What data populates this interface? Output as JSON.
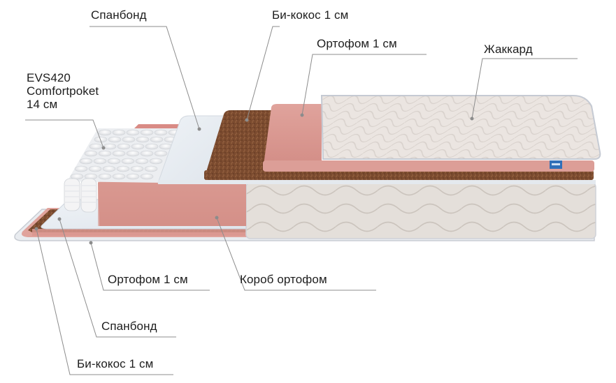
{
  "diagram": {
    "type": "mattress-layer-cutaway",
    "colors": {
      "jacquard": "#ebe6e2",
      "jacquard_edge": "#c9ccd4",
      "ortofom": "#d9968f",
      "ortofom_light": "#e2aaa3",
      "bicocos": "#7a4a2e",
      "spunbond": "#e6ebf0",
      "springs": "#f3f3f3",
      "leader_line": "#8c8c8c",
      "tag_blue": "#2f6fb8"
    },
    "labels": [
      {
        "id": "spunbond_top",
        "text": "Спанбонд"
      },
      {
        "id": "bicocos_top",
        "text": "Би-кокос 1 см"
      },
      {
        "id": "ortofom_top",
        "text": "Ортофом 1 см"
      },
      {
        "id": "jacquard",
        "text": "Жаккард"
      },
      {
        "id": "springs",
        "text": "EVS420\nComfortpoket\n14 см"
      },
      {
        "id": "ortofom_bottom",
        "text": "Ортофом 1 см"
      },
      {
        "id": "box_ortofom",
        "text": "Короб ортофом"
      },
      {
        "id": "spunbond_bottom",
        "text": "Спанбонд"
      },
      {
        "id": "bicocos_bottom",
        "text": "Би-кокос 1 см"
      }
    ]
  }
}
